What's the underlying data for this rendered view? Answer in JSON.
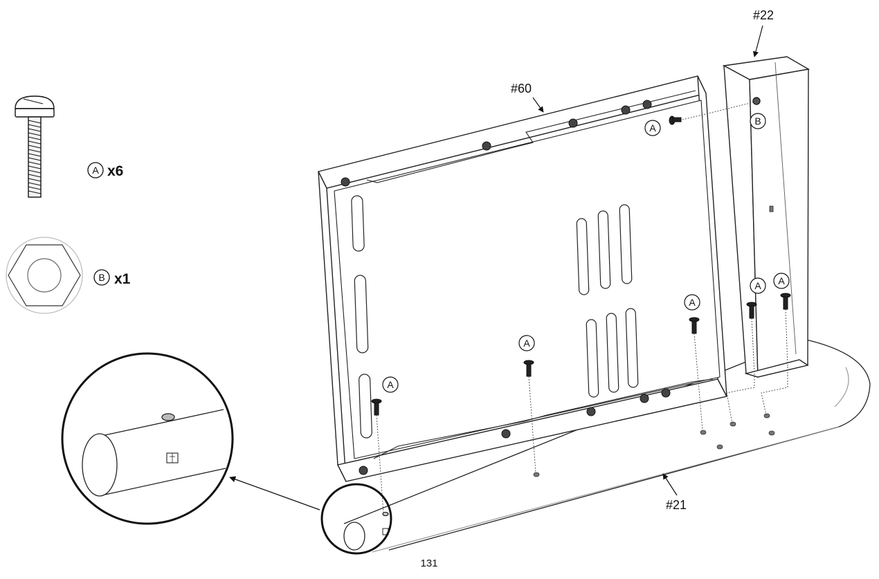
{
  "parts": {
    "frame": "#60",
    "bracket": "#22",
    "tube": "#21"
  },
  "hardware": [
    {
      "letter": "A",
      "quantity": "x6",
      "icon": "pan-head-screw-icon"
    },
    {
      "letter": "B",
      "quantity": "x1",
      "icon": "hex-nut-icon"
    }
  ],
  "callouts": {
    "screw": "A",
    "nut": "B"
  },
  "page_number": "131"
}
